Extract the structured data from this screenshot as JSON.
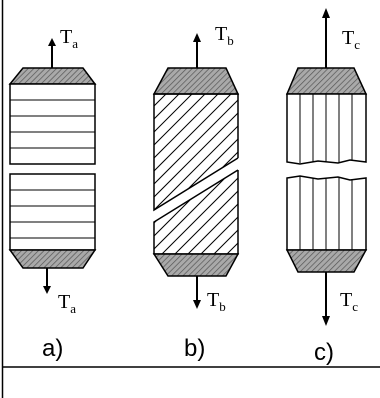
{
  "specimens": [
    {
      "id": "a",
      "caption": "a)",
      "top_label": {
        "main": "T",
        "sub": "a"
      },
      "bottom_label": {
        "main": "T",
        "sub": "a"
      },
      "fracture": "flat",
      "hatch": "horizontal"
    },
    {
      "id": "b",
      "caption": "b)",
      "top_label": {
        "main": "T",
        "sub": "b"
      },
      "bottom_label": {
        "main": "T",
        "sub": "b"
      },
      "fracture": "slanted",
      "hatch": "diagonal"
    },
    {
      "id": "c",
      "caption": "c)",
      "top_label": {
        "main": "T",
        "sub": "c"
      },
      "bottom_label": {
        "main": "T",
        "sub": "c"
      },
      "fracture": "jagged",
      "hatch": "vertical"
    }
  ],
  "colors": {
    "stroke": "#000000",
    "grip_fill": "#9a9a9a",
    "background": "#ffffff"
  }
}
